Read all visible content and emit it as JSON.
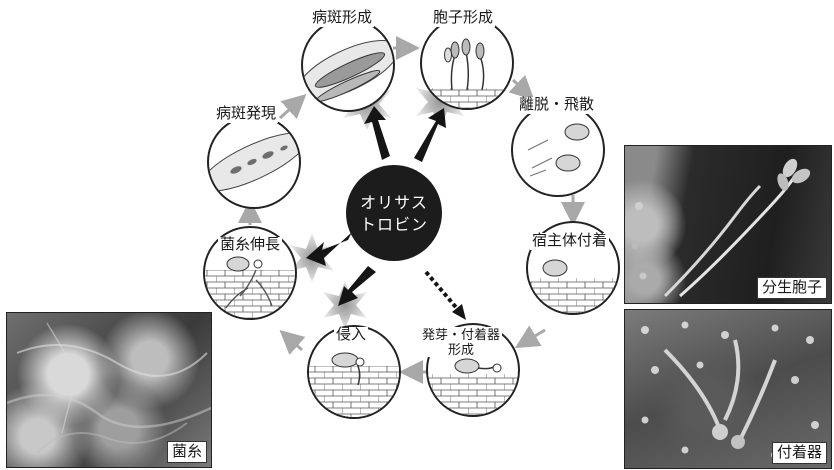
{
  "center": {
    "line1": "オリサス",
    "line2": "トロビン"
  },
  "stages": {
    "lesion_formation": "病斑形成",
    "spore_formation": "胞子形成",
    "detachment": "離脱・飛散",
    "host_attachment": "宿主体付着",
    "germination_line1": "発芽・付着器",
    "germination_line2": "形成",
    "penetration": "侵入",
    "hyphal_extension": "菌糸伸長",
    "lesion_appearance": "病斑発現"
  },
  "photos": {
    "hyphae_caption": "菌糸",
    "conidia_caption": "分生胞子",
    "appressoria_caption": "付着器"
  },
  "colors": {
    "center_fill": "#1c1c1c",
    "arrow_gray": "#a8a8a8",
    "arrow_black": "#151515",
    "starburst": "#cfcfcf"
  }
}
